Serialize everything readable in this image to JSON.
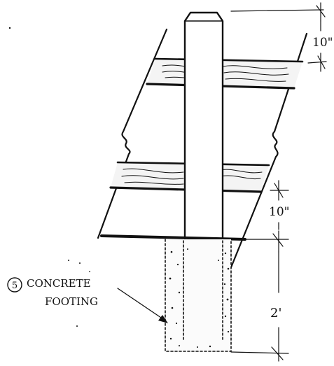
{
  "dims": {
    "top_clearance": "10\"",
    "bottom_clearance": "10\"",
    "footing_depth": "2'"
  },
  "callout": {
    "number": "5",
    "line1": "CONCRETE",
    "line2": "FOOTING"
  },
  "colors": {
    "ink": "#111111",
    "paper": "#ffffff",
    "wood": "#f4f4f4",
    "concrete_fill": "#fbfbfb"
  }
}
